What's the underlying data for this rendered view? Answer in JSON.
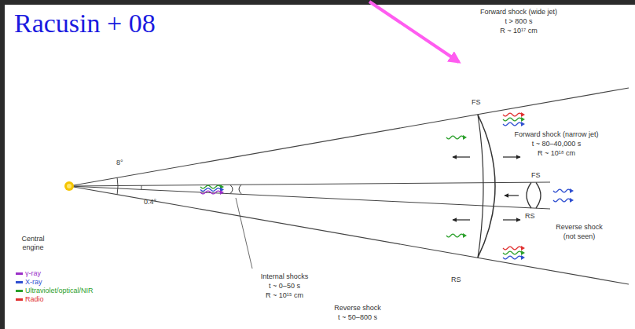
{
  "diagram": {
    "title": "Racusin + 08",
    "labels": [
      "Forward shock (wide jet)",
      "t > 800 s",
      "R ~ 10¹⁷ cm",
      "FS",
      "Forward shock (narrow jet)",
      "t ~ 80–40,000 s",
      "R ~ 10¹⁸ cm",
      "FS",
      "RS",
      "Reverse shock",
      "(not seen)",
      "Central",
      "engine",
      "8°",
      "0.4°",
      "Internal shocks",
      "t ~ 0–50 s",
      "R ~ 10¹⁵ cm",
      "Reverse shock",
      "t ~ 50–800 s",
      "RS"
    ],
    "legend": [
      {
        "text": "γ-ray",
        "color": "#9b30c8"
      },
      {
        "text": "X-ray",
        "color": "#2f4fd0"
      },
      {
        "text": "Ultraviolet/optical/NIR",
        "color": "#2ca02c"
      },
      {
        "text": "Radio",
        "color": "#e03030"
      }
    ]
  }
}
